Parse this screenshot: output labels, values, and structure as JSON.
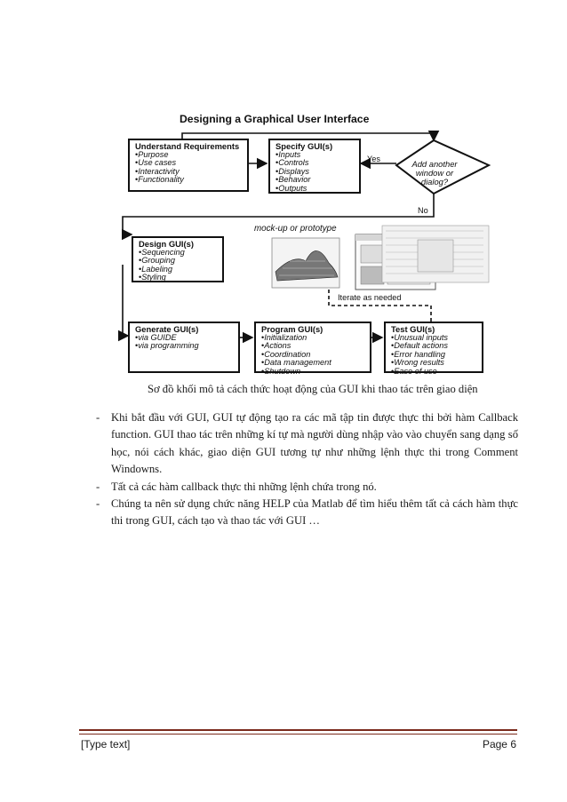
{
  "diagram": {
    "title": "Designing a Graphical User Interface",
    "understand": {
      "title": "Understand Requirements",
      "items": [
        "Purpose",
        "Use cases",
        "Interactivity",
        "Functionality"
      ]
    },
    "specify": {
      "title": "Specify GUI(s)",
      "items": [
        "Inputs",
        "Controls",
        "Displays",
        "Behavior",
        "Outputs"
      ]
    },
    "decision": {
      "text": "Add another window or dialog?"
    },
    "yes_label": "Yes",
    "no_label": "No",
    "mockup_label": "mock-up or prototype",
    "iterate_label": "Iterate as needed",
    "design": {
      "title": "Design GUI(s)",
      "items": [
        "Sequencing",
        "Grouping",
        "Labeling",
        "Styling"
      ]
    },
    "generate": {
      "title": "Generate GUI(s)",
      "items": [
        "via GUIDE",
        "via programming"
      ]
    },
    "program": {
      "title": "Program GUI(s)",
      "items": [
        "Initialization",
        "Actions",
        "Coordination",
        "Data management",
        "Shutdown"
      ]
    },
    "test": {
      "title": "Test GUI(s)",
      "items": [
        "Unusual inputs",
        "Default actions",
        "Error handling",
        "Wrong results",
        "Ease of use"
      ]
    }
  },
  "caption": "Sơ đồ khối mô tả cách thức hoạt động của GUI khi thao tác trên giao diện",
  "bullets": [
    "Khi bắt đầu với GUI, GUI tự động tạo ra các mã tập tin được thực thi bởi hàm Callback function. GUI thao tác trên những kí tự mà người dùng nhập vào vào chuyển sang dạng số học, nói cách khác, giao diện GUI tương tự như những lệnh thực thi trong Comment Windowns.",
    "Tất cả các hàm callback thực thi những lệnh chứa trong nó.",
    "Chúng ta nên sử dụng chức năng HELP của Matlab để tìm hiểu thêm tất cả cách hàm thực thi trong GUI, cách tạo và thao tác với GUI …"
  ],
  "bullet_marker": "-",
  "footer": {
    "left": "[Type text]",
    "right": "Page 6"
  },
  "colors": {
    "footer_rule": "#7a2a1c"
  }
}
